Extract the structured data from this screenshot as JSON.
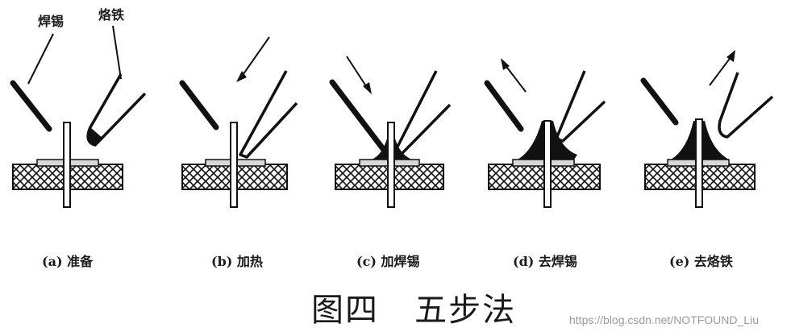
{
  "figure": {
    "title": "图四   五步法",
    "part_labels": {
      "solder": "焊锡",
      "iron": "烙铁"
    },
    "steps": [
      {
        "id": "a",
        "caption": "(a) 准备"
      },
      {
        "id": "b",
        "caption": "(b) 加热"
      },
      {
        "id": "c",
        "caption": "(c) 加焊锡"
      },
      {
        "id": "d",
        "caption": "(d) 去焊锡"
      },
      {
        "id": "e",
        "caption": "(e) 去烙铁"
      }
    ]
  },
  "watermark": "https://blog.csdn.net/NOTFOUND_Liu"
}
